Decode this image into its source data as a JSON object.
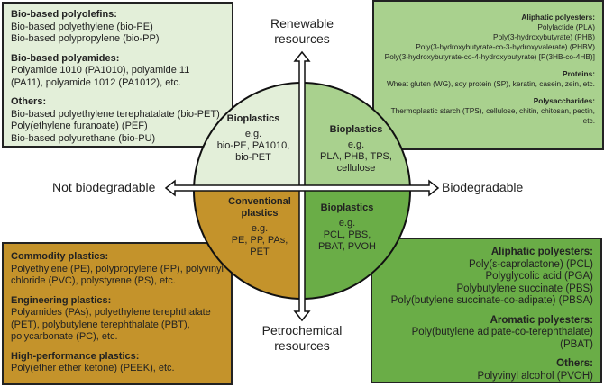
{
  "colors": {
    "bio_based_nondeg": "#e3efd9",
    "bio_based_deg": "#a9d18e",
    "petro_nondeg": "#c4932b",
    "petro_deg": "#6aad47"
  },
  "axes": {
    "top": [
      "Renewable",
      "resources"
    ],
    "bottom": [
      "Petrochemical",
      "resources"
    ],
    "left": "Not biodegradable",
    "right": "Biodegradable"
  },
  "quadrants": {
    "top_left": {
      "title": "Bioplastics",
      "eg": "e.g.",
      "examples": "bio-PE, PA1010, bio-PET"
    },
    "top_right": {
      "title": "Bioplastics",
      "eg": "e.g.",
      "examples": "PLA, PHB, TPS, cellulose"
    },
    "bottom_left": {
      "title": "Conventional plastics",
      "eg": "e.g.",
      "examples": "PE, PP, PAs, PET"
    },
    "bottom_right": {
      "title": "Bioplastics",
      "eg": "e.g.",
      "examples": "PCL, PBS, PBAT, PVOH"
    }
  },
  "boxes": {
    "top_left": [
      {
        "heading": "Bio-based polyolefins:",
        "items": [
          "Bio-based polyethylene (bio-PE)",
          "Bio-based polypropylene (bio-PP)"
        ]
      },
      {
        "heading": "Bio-based polyamides:",
        "items": [
          "Polyamide 1010 (PA1010), polyamide 11 (PA11), polyamide 1012 (PA1012), etc."
        ]
      },
      {
        "heading": "Others:",
        "items": [
          "Bio-based polyethylene terephatalate (bio-PET)",
          "Poly(ethylene furanoate) (PEF)",
          "Bio-based polyurethane (bio-PU)"
        ]
      }
    ],
    "top_right": [
      {
        "heading": "Aliphatic polyesters:",
        "items": [
          "Polylactide (PLA)",
          "Poly(3-hydroxybutyrate) (PHB)",
          "Poly(3-hydroxybutyrate-co-3-hydroxyvalerate) (PHBV)",
          "Poly(3-hydroxybutyrate-co-4-hydroxybutyrate) [P(3HB-co-4HB)]"
        ]
      },
      {
        "heading": "Proteins:",
        "items": [
          "Wheat gluten (WG), soy protein (SP), keratin, casein, zein, etc."
        ]
      },
      {
        "heading": "Polysaccharides:",
        "items": [
          "Thermoplastic starch (TPS), cellulose, chitin, chitosan, pectin, etc."
        ]
      }
    ],
    "bottom_left": [
      {
        "heading": "Commodity plastics:",
        "items": [
          "Polyethylene (PE), polypropylene (PP), polyvinyl chloride (PVC), polystyrene (PS), etc."
        ]
      },
      {
        "heading": "Engineering plastics:",
        "items": [
          "Polyamides (PAs), polyethylene terephthalate (PET), polybutylene terephthalate (PBT), polycarbonate (PC), etc."
        ]
      },
      {
        "heading": "High-performance plastics:",
        "items": [
          "Poly(ether ether ketone) (PEEK), etc."
        ]
      }
    ],
    "bottom_right": [
      {
        "heading": "Aliphatic polyesters:",
        "items": [
          "Poly(ε-caprolactone) (PCL)",
          "Polyglycolic acid (PGA)",
          "Polybutylene succinate (PBS)",
          "Poly(butylene succinate-co-adipate) (PBSA)"
        ]
      },
      {
        "heading": "Aromatic polyesters:",
        "items": [
          "Poly(butylene adipate-co-terephthalate) (PBAT)"
        ]
      },
      {
        "heading": "Others:",
        "items": [
          "Polyvinyl alcohol (PVOH)"
        ]
      }
    ]
  }
}
